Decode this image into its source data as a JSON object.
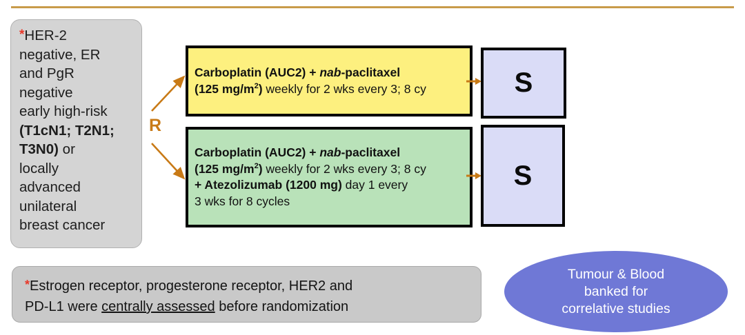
{
  "slide": {
    "name": "clinical-trial-schema",
    "background_color": "#ffffff",
    "top_rule_color": "#c89b4a"
  },
  "eligibility": {
    "asterisk": "*",
    "lines": [
      "HER-2",
      "negative, ER",
      "and PgR",
      "negative",
      "early high-risk",
      "(T1cN1; T2N1;",
      "T3N0) or",
      "locally",
      "advanced",
      "unilateral",
      "breast cancer"
    ],
    "full_text": "*HER-2 negative, ER and PgR negative early high-risk (T1cN1; T2N1; T3N0) or locally advanced unilateral breast cancer",
    "bold_segments": [
      "(T1cN1; T2N1;",
      "T3N0)"
    ],
    "background_color": "#d4d4d4",
    "asterisk_color": "#e8392a"
  },
  "randomization": {
    "label": "R",
    "color": "#c87a16",
    "arrow_color": "#c87a16"
  },
  "arms": [
    {
      "id": "arm-a",
      "color": "#fdf07f",
      "line1_bold": "Carboplatin (AUC2) + ",
      "line1_italic": "nab",
      "line1_bold_tail": "-paclitaxel",
      "line2_bold": "(125 mg/m",
      "line2_sup": "2",
      "line2_bold_tail": ") ",
      "line2_regular": "weekly for 2 wks every 3; 8 cy",
      "full_text": "Carboplatin (AUC2) + nab-paclitaxel (125 mg/m2) weekly for 2 wks every 3; 8 cy"
    },
    {
      "id": "arm-b",
      "color": "#b9e2b9",
      "line1_bold": "Carboplatin (AUC2) + ",
      "line1_italic": "nab",
      "line1_bold_tail": "-paclitaxel",
      "line2_bold": "(125 mg/m",
      "line2_sup": "2",
      "line2_bold_tail": ") ",
      "line2_regular": "weekly for 2 wks every 3; 8 cy",
      "line3_bold": "+ Atezolizumab (1200 mg) ",
      "line3_regular": "day 1 every",
      "line4_regular": "3 wks for 8 cycles",
      "full_text": "Carboplatin (AUC2) + nab-paclitaxel (125 mg/m2) weekly for 2 wks every 3; 8 cy + Atezolizumab (1200 mg) day 1 every 3 wks for 8 cycles"
    }
  ],
  "surgery_boxes": [
    {
      "id": "surgery-a",
      "label": "S",
      "color": "#dadcf7"
    },
    {
      "id": "surgery-b",
      "label": "S",
      "color": "#dadcf7"
    }
  ],
  "footnote": {
    "asterisk": "*",
    "line1": "Estrogen receptor, progesterone receptor, HER2 and",
    "line2_pre": "PD-L1 were ",
    "line2_underlined": "centrally assessed",
    "line2_post": " before randomization",
    "full_text": "*Estrogen receptor, progesterone receptor, HER2 and PD-L1 were centrally assessed before randomization",
    "background_color": "#c9c9c9",
    "asterisk_color": "#e8392a"
  },
  "correlative": {
    "lines": [
      "Tumour & Blood",
      "banked for",
      "correlative studies"
    ],
    "full_text": "Tumour & Blood banked for correlative studies",
    "background_color": "#6f78d6",
    "text_color": "#ffffff"
  }
}
